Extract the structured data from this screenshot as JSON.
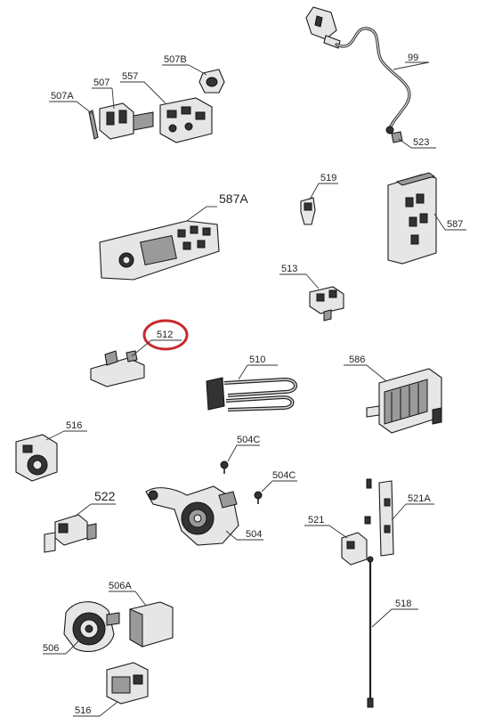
{
  "colors": {
    "highlight": "#c8282d",
    "line": "#333333"
  },
  "labels": {
    "l99": "99",
    "l523": "523",
    "l507B": "507B",
    "l507": "507",
    "l557": "557",
    "l507A": "507A",
    "l587A": "587A",
    "l519": "519",
    "l587": "587",
    "l513": "513",
    "l512": "512",
    "l510": "510",
    "l586": "586",
    "l516a": "516",
    "l504Ca": "504C",
    "l504Cb": "504C",
    "l522": "522",
    "l521A": "521A",
    "l504": "504",
    "l521": "521",
    "l506A": "506A",
    "l518": "518",
    "l506": "506",
    "l516b": "516"
  }
}
